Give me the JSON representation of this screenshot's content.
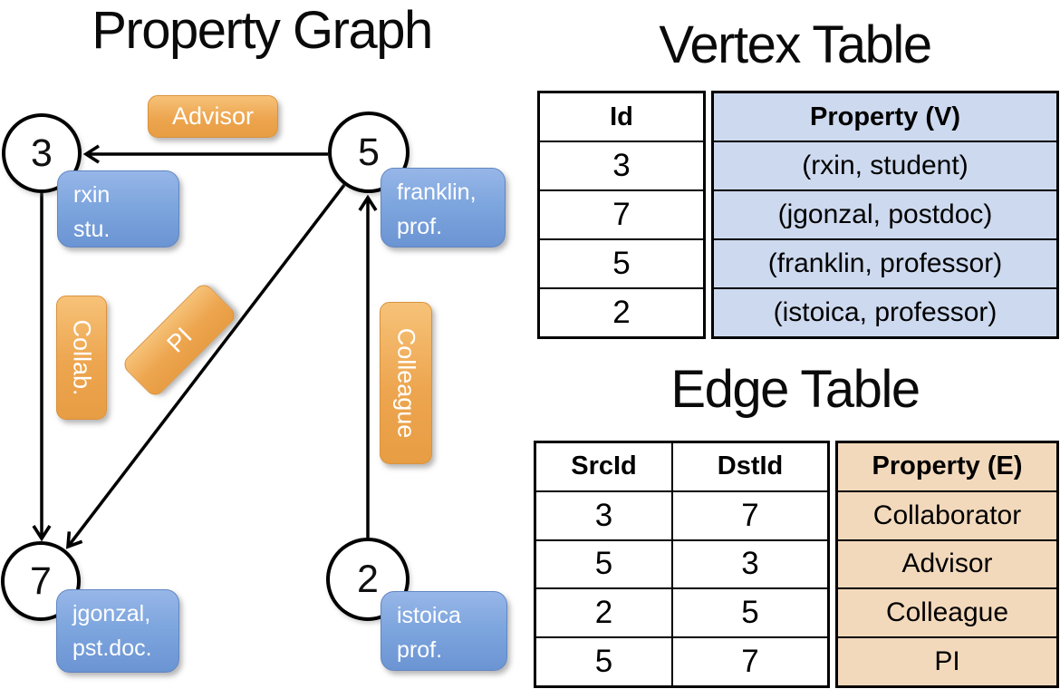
{
  "titles": {
    "graph": "Property Graph",
    "vertex_table": "Vertex Table",
    "edge_table": "Edge Table"
  },
  "graph": {
    "vertices": [
      {
        "id": "3",
        "label_lines": [
          "rxin",
          "stu."
        ]
      },
      {
        "id": "5",
        "label_lines": [
          "franklin,",
          "prof."
        ]
      },
      {
        "id": "7",
        "label_lines": [
          "jgonzal,",
          "pst.doc."
        ]
      },
      {
        "id": "2",
        "label_lines": [
          "istoica",
          "prof."
        ]
      }
    ],
    "edge_labels": {
      "advisor": "Advisor",
      "collaborator": "Collab.",
      "pi": "PI",
      "colleague": "Colleague"
    },
    "edges": [
      {
        "src": "5",
        "dst": "3",
        "label": "Advisor"
      },
      {
        "src": "3",
        "dst": "7",
        "label": "Collab."
      },
      {
        "src": "5",
        "dst": "7",
        "label": "PI"
      },
      {
        "src": "2",
        "dst": "5",
        "label": "Colleague"
      }
    ]
  },
  "vertex_table": {
    "headers": {
      "id": "Id",
      "property": "Property (V)"
    },
    "rows": [
      {
        "id": "3",
        "property": "(rxin, student)"
      },
      {
        "id": "7",
        "property": "(jgonzal, postdoc)"
      },
      {
        "id": "5",
        "property": "(franklin, professor)"
      },
      {
        "id": "2",
        "property": "(istoica, professor)"
      }
    ]
  },
  "edge_table": {
    "headers": {
      "src": "SrcId",
      "dst": "DstId",
      "property": "Property (E)"
    },
    "rows": [
      {
        "src": "3",
        "dst": "7",
        "property": "Collaborator"
      },
      {
        "src": "5",
        "dst": "3",
        "property": "Advisor"
      },
      {
        "src": "2",
        "dst": "5",
        "property": "Colleague"
      },
      {
        "src": "5",
        "dst": "7",
        "property": "PI"
      }
    ]
  },
  "colors": {
    "vertex_property_fill": "#cdd9ee",
    "edge_property_fill": "#f3d9bc",
    "orange_label": "#eda54f",
    "blue_label": "#7ea6de",
    "stroke": "#000000"
  }
}
